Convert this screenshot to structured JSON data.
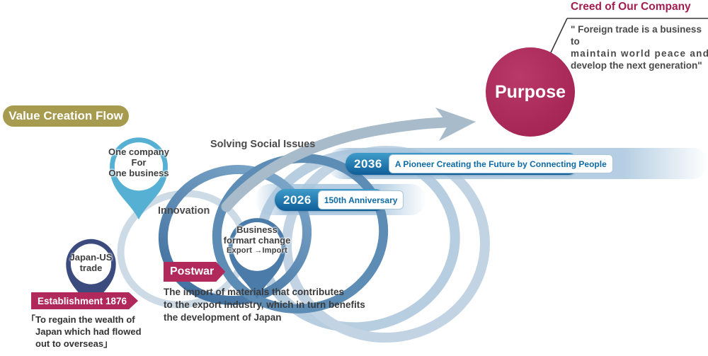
{
  "header": {
    "flow_label": "Value Creation Flow"
  },
  "creed": {
    "title": "Creed of Our Company",
    "lines": [
      "\" Foreign trade is a business to",
      "maintain world peace and",
      "develop the next generation\""
    ]
  },
  "purpose": {
    "label": "Purpose"
  },
  "stages": {
    "solving_label": "Solving Social Issues",
    "innovation_label": "Innovation",
    "one_company_pin": {
      "lines": [
        "One company",
        "For",
        "One business"
      ]
    },
    "japan_us_pin": {
      "lines": [
        "Japan-US",
        "trade"
      ]
    },
    "business_pin": {
      "lines": [
        "Business",
        "formart change",
        "Export →Import"
      ]
    },
    "establishment_tag": "Establishment 1876",
    "postwar_tag": "Postwar",
    "establishment_note": {
      "lines": [
        "「To regain the wealth of",
        "Japan which had flowed",
        "out to overseas」"
      ]
    },
    "postwar_note": {
      "lines": [
        "The import of materials that contributes",
        "to the export industry, which in turn benefits",
        "the development of Japan"
      ]
    }
  },
  "milestones": [
    {
      "year": "2036",
      "label": "A Pioneer Creating the Future by Connecting People"
    },
    {
      "year": "2026",
      "label": "150th Anniversary"
    }
  ],
  "colors": {
    "magenta_tag": "#b1285a",
    "purpose_circle": "#a82757",
    "creed_title": "#a11d4e",
    "olive_pill": "#a79b4f",
    "light_blue_pin": "#55b0d3",
    "navy_pin": "#3b4b7e",
    "steel_blue_pin": "#4b7ca9",
    "year_pill_blue": "#0f5e98",
    "milestone_text_blue": "#0e6ba6",
    "loop_light_blue": "#b7cde0",
    "loop_steel_blue": "#4e80ad",
    "arrow_gray_blue": "#a8bbca"
  }
}
